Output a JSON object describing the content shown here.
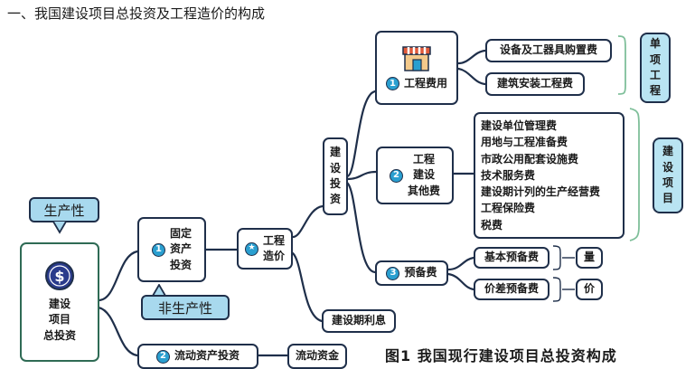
{
  "heading": "一、我国建设项目总投资及工程造价的构成",
  "root": {
    "line1": "建设",
    "line2": "项目",
    "line3": "总投资"
  },
  "tag_productive": "生产性",
  "tag_nonproductive": "非生产性",
  "fixed_assets": {
    "num": "1",
    "line1": "固定",
    "line2": "资产",
    "line3": "投资"
  },
  "engineering_cost": {
    "line1": "工程",
    "line2": "造价"
  },
  "construction_invest": {
    "l1": "建",
    "l2": "设",
    "l3": "投",
    "l4": "资"
  },
  "engineering_fee": {
    "num": "1",
    "label": "工程费用"
  },
  "equipment_fee": "设备及工器具购置费",
  "install_fee": "建筑安装工程费",
  "single_project": {
    "l1": "单",
    "l2": "项",
    "l3": "工",
    "l4": "程"
  },
  "other_fees": {
    "num": "2",
    "line1": "工程",
    "line2": "建设",
    "line3": "其他费"
  },
  "other_fee_items": [
    "建设单位管理费",
    "用地与工程准备费",
    "市政公用配套设施费",
    "技术服务费",
    "建设期计列的生产经营费",
    "工程保险费",
    "税费"
  ],
  "construction_project": {
    "l1": "建",
    "l2": "设",
    "l3": "项",
    "l4": "目"
  },
  "reserve": {
    "num": "3",
    "label": "预备费"
  },
  "basic_reserve": "基本预备费",
  "price_reserve": "价差预备费",
  "quantity": "量",
  "price": "价",
  "interest": "建设期利息",
  "current_assets": {
    "num": "2",
    "label": "流动资产投资"
  },
  "working_capital": "流动资金",
  "caption": "图1  我国现行建设项目总投资构成",
  "colors": {
    "line": "#1f2f4a",
    "tag": "#b9e4f2",
    "accent": "#2a9fd0",
    "bracket": "#7fbf9a"
  },
  "icons": {
    "root": "dollar-coin-icon",
    "shop": "storefront-icon",
    "star": "star-icon"
  }
}
